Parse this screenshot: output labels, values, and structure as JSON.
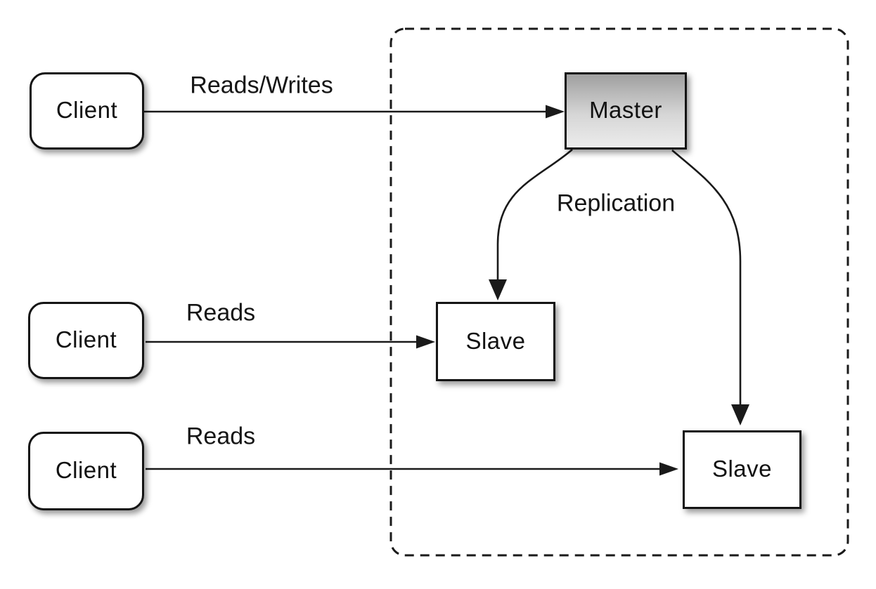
{
  "diagram": {
    "nodes": {
      "client1": {
        "label": "Client"
      },
      "client2": {
        "label": "Client"
      },
      "client3": {
        "label": "Client"
      },
      "master": {
        "label": "Master"
      },
      "slave1": {
        "label": "Slave"
      },
      "slave2": {
        "label": "Slave"
      }
    },
    "edge_labels": {
      "client1_master": "Reads/Writes",
      "client2_slave1": "Reads",
      "client3_slave2": "Reads",
      "master_slaves": "Replication"
    },
    "colors": {
      "stroke": "#1a1a1a",
      "node_fill": "#ffffff",
      "master_fill_top": "#9f9f9f",
      "master_fill_bottom": "#ececec",
      "background": "#ffffff"
    }
  }
}
